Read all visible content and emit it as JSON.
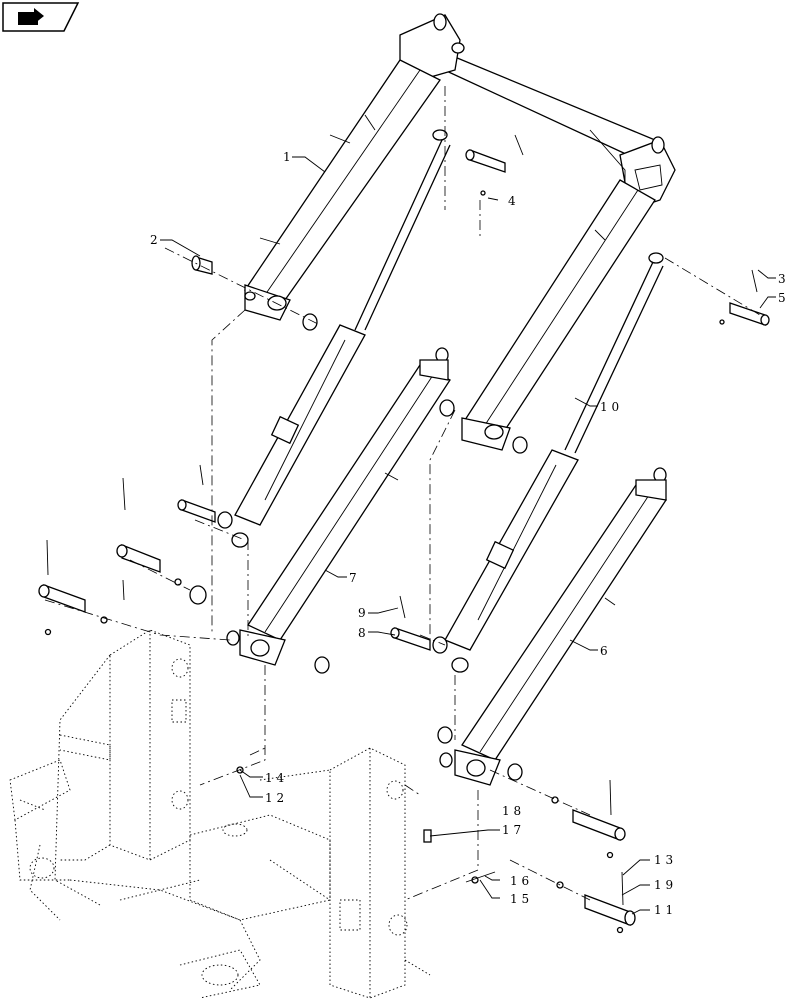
{
  "nav_icon": "next-page-arrow-icon",
  "callouts": {
    "c1": "1",
    "c2": "2",
    "c3": "3",
    "c4": "4",
    "c5": "5",
    "c6": "6",
    "c7": "7",
    "c8": "8",
    "c9": "9",
    "c10": "1 0",
    "c11": "1 1",
    "c12": "1 2",
    "c13": "1 3",
    "c14": "1 4",
    "c15": "1 5",
    "c16": "1 6",
    "c17": "1 7",
    "c18": "1 8",
    "c19": "1 9"
  }
}
